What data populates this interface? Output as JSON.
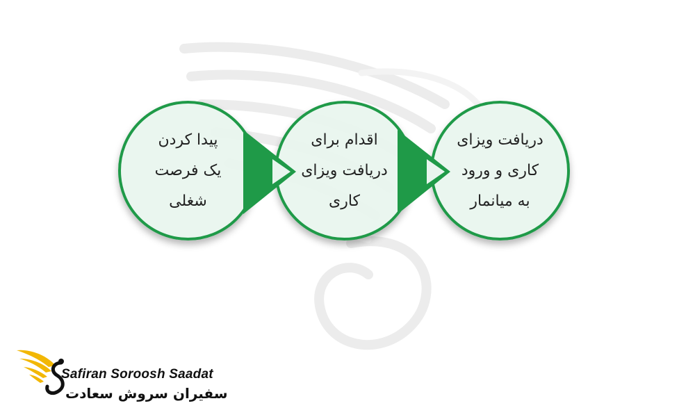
{
  "diagram": {
    "steps": [
      {
        "label": "پیدا کردن\nیک فرصت\nشغلی"
      },
      {
        "label": "اقدام برای\nدریافت ویزای\nکاری"
      },
      {
        "label": "دریافت ویزای\nکاری و ورود\nبه میانمار"
      }
    ],
    "colors": {
      "accent": "#1f9a48",
      "circle_fill": "#e8f5ee",
      "text": "#222222"
    }
  },
  "logo": {
    "latin_text": "Safiran Soroosh Saadat",
    "persian_text": "سفیران سروش سعادت",
    "colors": {
      "wing": "#f2b705",
      "text": "#111111"
    }
  }
}
